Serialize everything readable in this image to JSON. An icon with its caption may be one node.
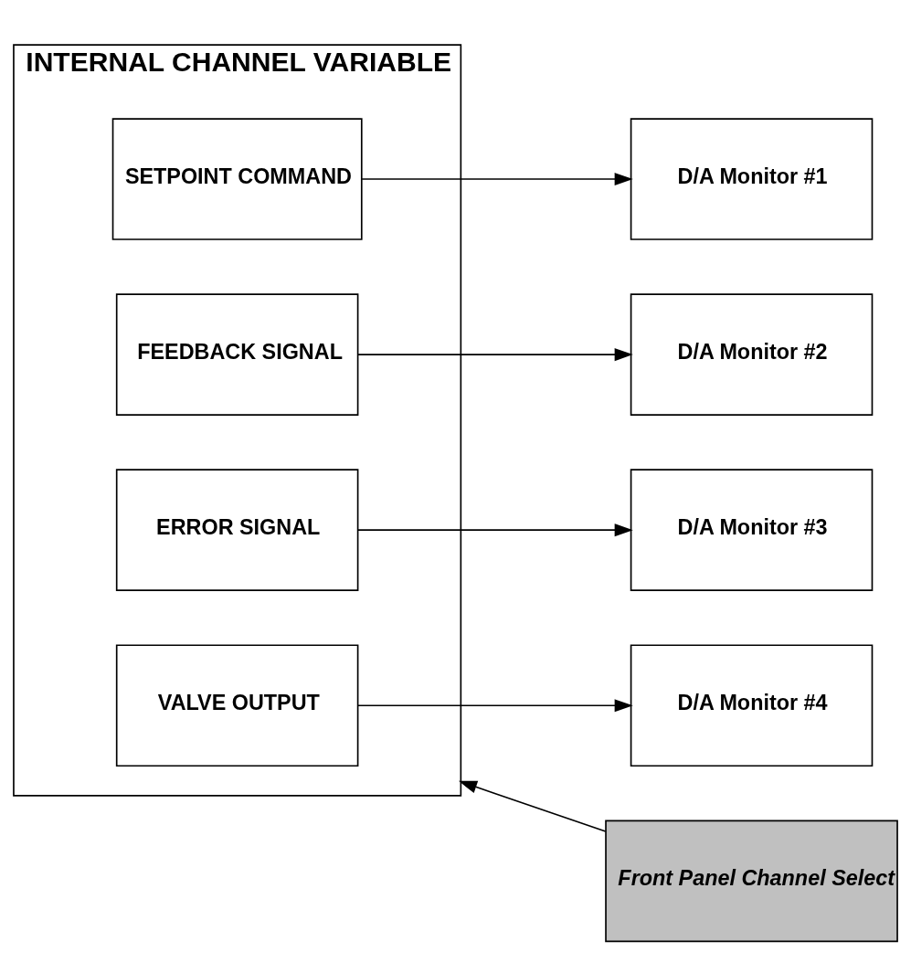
{
  "diagram": {
    "nodes": [
      {
        "text": [
          "INTERNAL CHANNEL VARIABLE"
        ]
      },
      {
        "text": [
          "SETPOINT COMMAND"
        ],
        "in": 0
      },
      {
        "text": [
          "FEEDBACK SIGNAL"
        ],
        "in": 0
      },
      {
        "text": [
          "ERROR SIGNAL"
        ],
        "in": 0
      },
      {
        "text": [
          "VALVE OUTPUT"
        ],
        "in": 0
      },
      {
        "text": [
          "D/A Monitor #1"
        ]
      },
      {
        "text": [
          "D/A Monitor #2"
        ]
      },
      {
        "text": [
          "D/A Monitor #3"
        ]
      },
      {
        "text": [
          "D/A Monitor #4"
        ]
      },
      {
        "text": [
          "Front Panel Channel Select"
        ]
      }
    ],
    "edges": [
      {
        "from": 1,
        "to": 5,
        "arrow": "to"
      },
      {
        "from": 2,
        "to": 6,
        "arrow": "to"
      },
      {
        "from": 3,
        "to": 7,
        "arrow": "to"
      },
      {
        "from": 4,
        "to": 8,
        "arrow": "to"
      },
      {
        "from": 9,
        "to": 0,
        "arrow": "to"
      }
    ]
  }
}
